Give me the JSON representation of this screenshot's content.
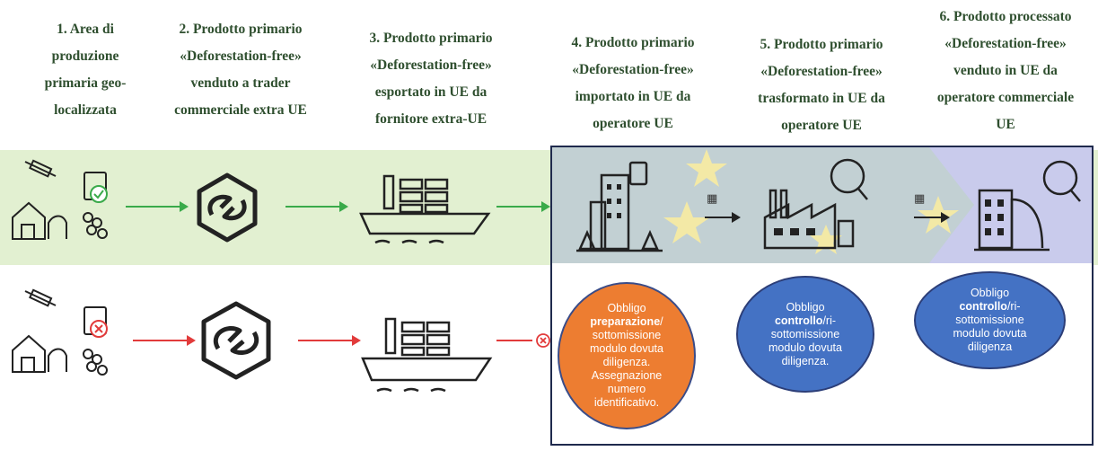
{
  "steps": [
    {
      "lines": [
        "1. Area di",
        "produzione",
        "primaria geo-",
        "localizzata"
      ]
    },
    {
      "lines": [
        "2. Prodotto primario",
        "«Deforestation-free»",
        "venduto a trader",
        "commerciale extra UE"
      ]
    },
    {
      "lines": [
        "3. Prodotto primario",
        "«Deforestation-free»",
        "esportato in UE da",
        "fornitore extra-UE"
      ]
    },
    {
      "lines": [
        "4. Prodotto primario",
        "«Deforestation-free»",
        "importato in UE da",
        "operatore UE"
      ]
    },
    {
      "lines": [
        "5. Prodotto primario",
        "«Deforestation-free»",
        "trasformato in UE da",
        "operatore UE"
      ]
    },
    {
      "lines": [
        "6. Prodotto processato",
        "«Deforestation-free»",
        "venduto in UE da",
        "operatore commerciale",
        "UE"
      ]
    }
  ],
  "obligations": {
    "importer": {
      "line1": "Obbligo",
      "bold": "preparazione",
      "after_bold": "/",
      "rest": [
        "sottomissione",
        "modulo dovuta",
        "diligenza.",
        "Assegnazione",
        "numero",
        "identificativo."
      ]
    },
    "processor": {
      "line1": "Obbligo",
      "bold": "controllo",
      "after_bold": "/ri-",
      "rest": [
        "sottomissione",
        "modulo dovuta",
        "diligenza."
      ]
    },
    "trader": {
      "line1": "Obbligo",
      "bold": "controllo",
      "after_bold": "/ri-",
      "rest": [
        "sottomissione",
        "modulo dovuta",
        "diligenza"
      ]
    }
  },
  "colors": {
    "compliant_arrow": "#3aaa4a",
    "noncompliant_arrow": "#e23b3b",
    "compliant_band": "#e2f0d1",
    "eu_blue": "#c9cbec",
    "eu_star": "#f3e9a6",
    "importer_oval": "#ed7d31",
    "control_oval": "#4472c4"
  },
  "icons": {
    "qr_glyph": "▦"
  }
}
